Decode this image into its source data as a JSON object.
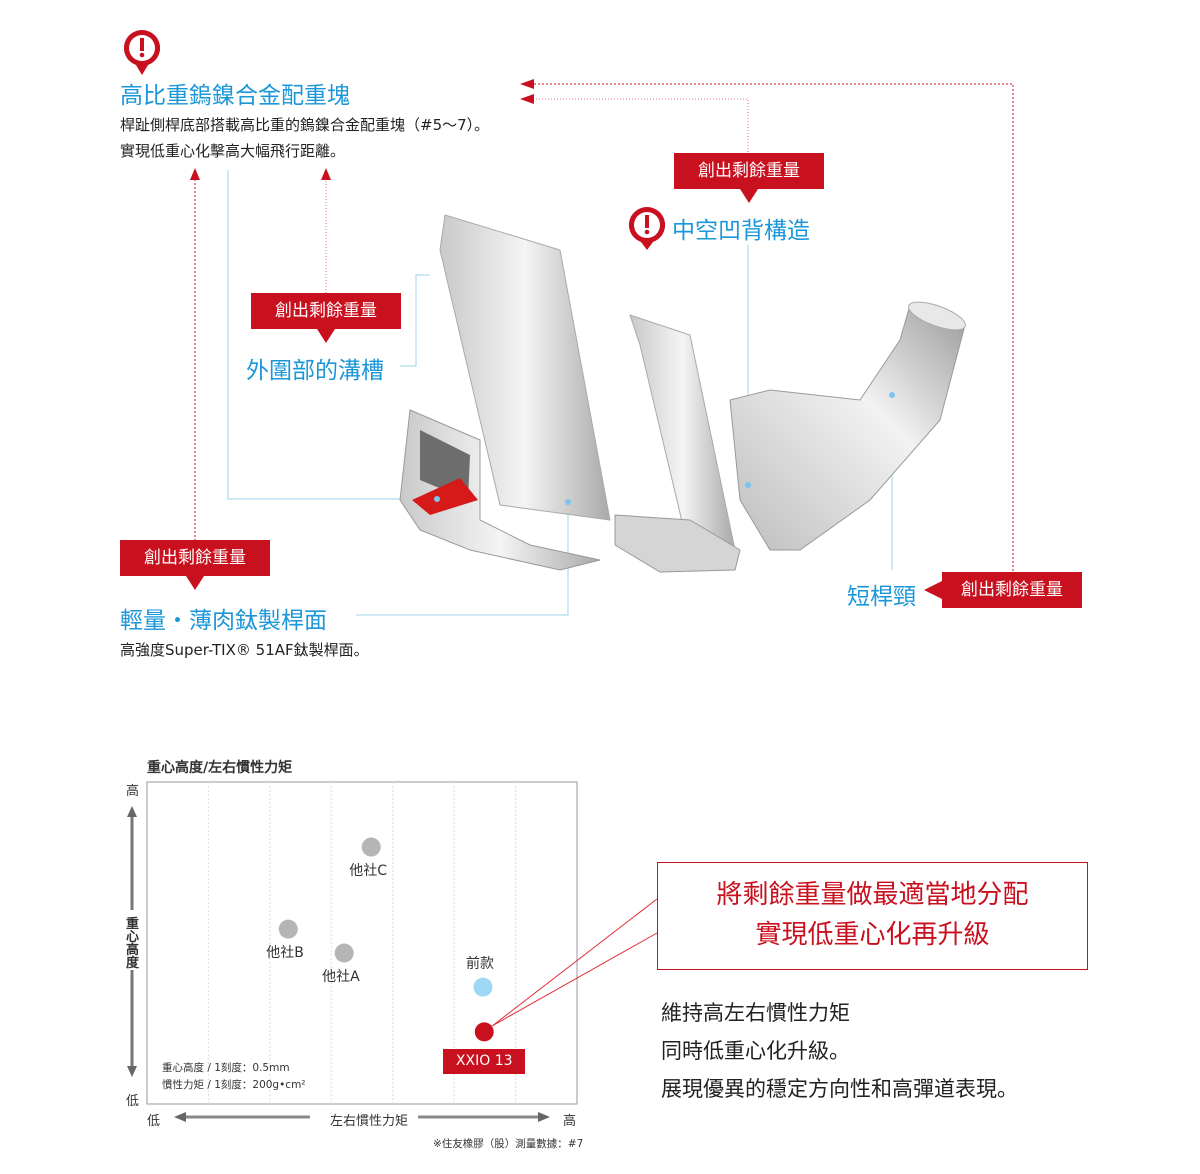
{
  "features": {
    "weight": {
      "title": "高比重鎢鎳合金配重塊",
      "desc1": "桿趾側桿底部搭載高比重的鎢鎳合金配重塊（#5〜7）。",
      "desc2": "實現低重心化擊高大幅飛行距離。"
    },
    "hollow": {
      "tag": "創出剩餘重量",
      "title": "中空凹背構造"
    },
    "groove": {
      "tag": "創出剩餘重量",
      "title": "外圍部的溝槽"
    },
    "face": {
      "tag": "創出剩餘重量",
      "title": "輕量・薄肉鈦製桿面",
      "desc": "高強度Super-TIX® 51AF鈦製桿面。"
    },
    "hosel": {
      "tag": "創出剩餘重量",
      "title": "短桿頸"
    }
  },
  "colors": {
    "accent": "#c8101e",
    "blue": "#1a96d9",
    "prev": "#9fd8f5",
    "other": "#b5b5b5"
  },
  "chart_data": {
    "type": "scatter",
    "title": "重心高度/左右慣性力矩",
    "xlabel": "左右慣性力矩",
    "ylabel": "重心高度",
    "x_low": "低",
    "x_high": "高",
    "y_low": "低",
    "y_high": "高",
    "xlim": [
      0,
      7
    ],
    "ylim": [
      0,
      10
    ],
    "grid": "vertical-dashed",
    "points": [
      {
        "name": "他社C",
        "x": 3.65,
        "y": 7.98,
        "color": "#b5b5b5"
      },
      {
        "name": "他社B",
        "x": 2.3,
        "y": 5.43,
        "color": "#b5b5b5"
      },
      {
        "name": "他社A",
        "x": 3.21,
        "y": 4.69,
        "color": "#b5b5b5"
      },
      {
        "name": "前款",
        "x": 5.47,
        "y": 3.63,
        "color": "#9fd8f5"
      },
      {
        "name": "XXIO 13",
        "x": 5.49,
        "y": 2.24,
        "color": "#c8101e"
      }
    ],
    "scale_note1": "重心高度 / 1刻度：0.5mm",
    "scale_note2": "慣性力矩 / 1刻度：200g•cm²",
    "source": "※住友橡膠（股）測量數據：#7"
  },
  "callout": {
    "line1": "將剩餘重量做最適當地分配",
    "line2": "實現低重心化再升級"
  },
  "summary": {
    "line1": "維持高左右慣性力矩",
    "line2": "同時低重心化升級。",
    "line3": "展現優異的穩定方向性和高彈道表現。"
  }
}
